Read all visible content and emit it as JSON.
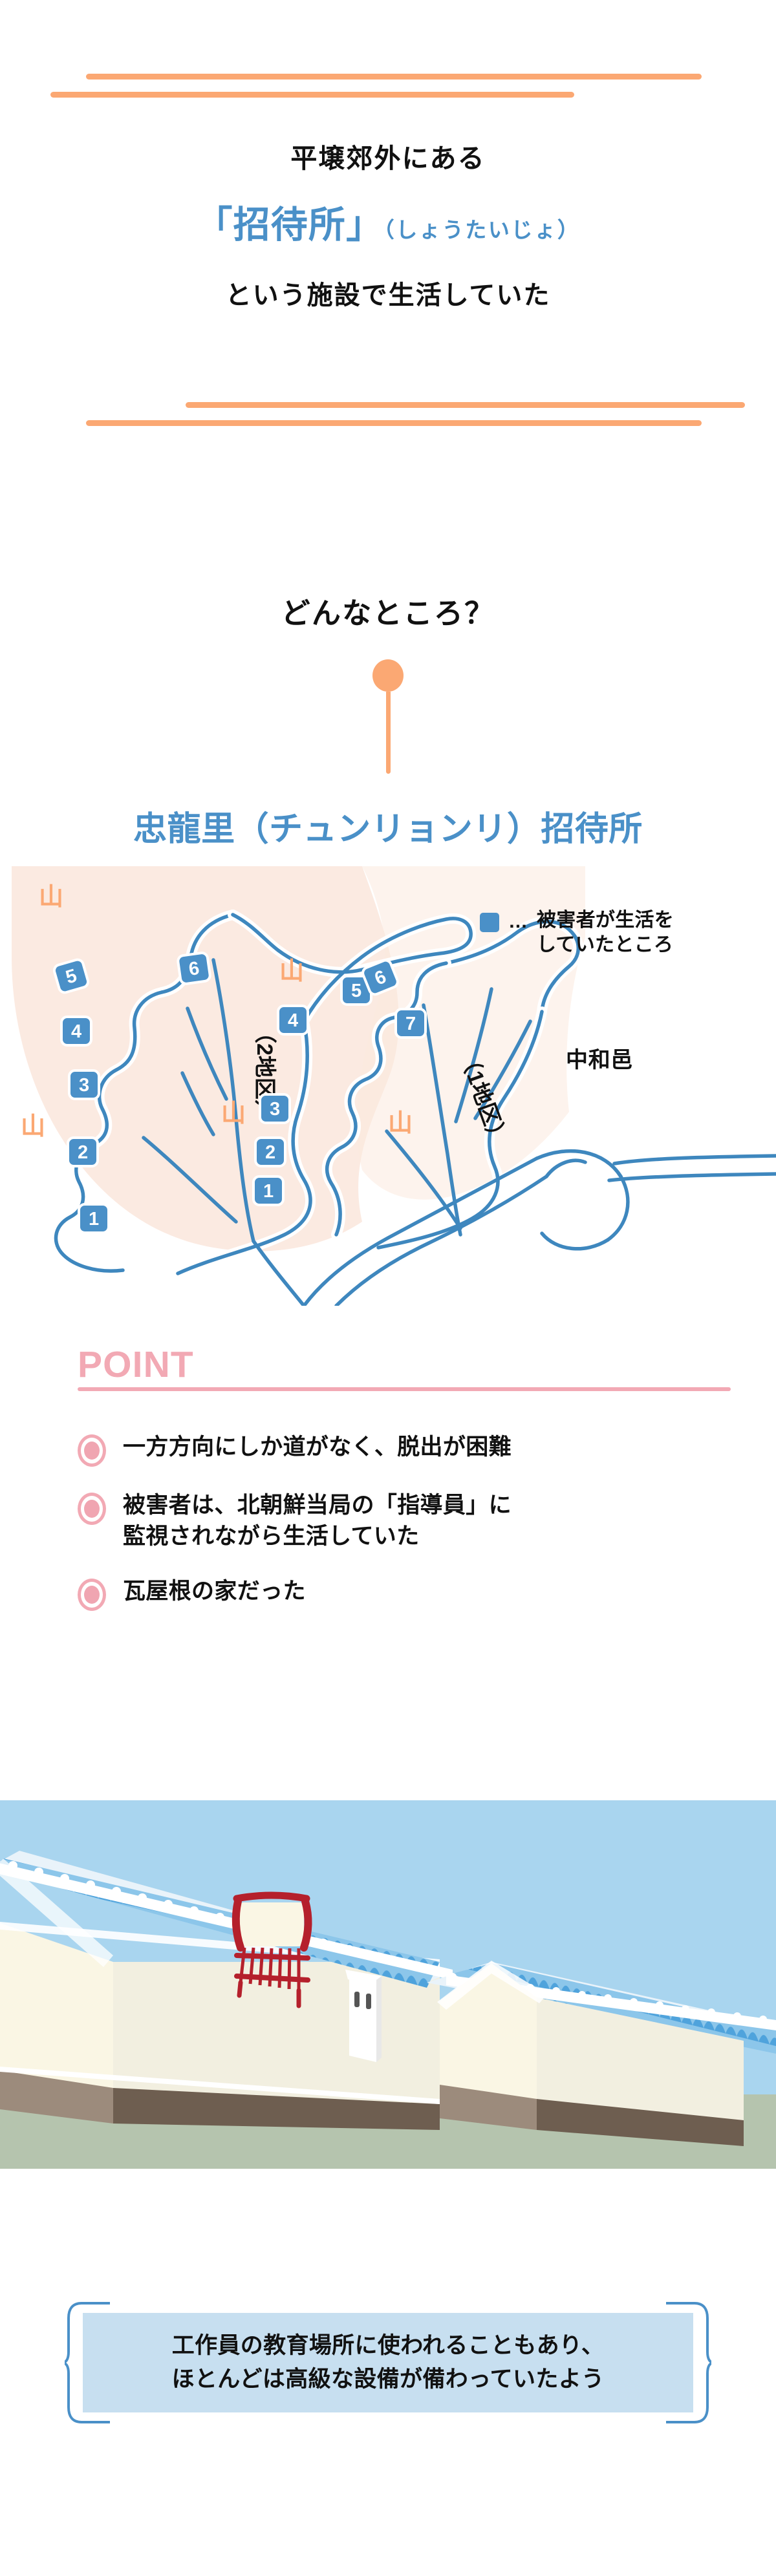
{
  "header": {
    "line1": "平壌郊外にある",
    "line2_main": "「招待所」",
    "line2_ruby": "（しょうたいじょ）",
    "line3": "という施設で生活していた"
  },
  "question": {
    "text": "どんなところ？"
  },
  "map": {
    "title": "忠龍里（チュンリョンリ）招待所",
    "legend": {
      "dots": "…",
      "line1": "被害者が生活を",
      "line2": "していたところ"
    },
    "town_label": "中和邑",
    "mountain_symbol": "山",
    "districts": [
      {
        "name": "（2地区）",
        "markers": [
          "1",
          "2",
          "3",
          "4",
          "5",
          "6"
        ]
      },
      {
        "name": "（1地区）",
        "markers": [
          "1",
          "2",
          "3",
          "4",
          "5",
          "6",
          "7"
        ]
      }
    ],
    "colors": {
      "marker_blue": "#4A90C8",
      "road_blue": "#3E87BE",
      "terrain_pink": "#FBE9DF",
      "mountain_orange": "#FBA873"
    }
  },
  "point": {
    "heading": "POINT",
    "bullets": [
      "一方方向にしか道がなく、脱出が困難",
      "被害者は、北朝鮮当局の「指導員」に\n監視されながら生活していた",
      "瓦屋根の家だった"
    ],
    "accent_color": "#F2A9B4"
  },
  "illustration": {
    "description": "瓦屋根の家",
    "colors": {
      "sky": "#A9D5EF",
      "roof_tile": "#4FA3DC",
      "roof_tile_light": "#8CC6EA",
      "wall": "#FAF6E4",
      "wall_shade": "#F2EFE0",
      "base_brown": "#6E5E50",
      "base_brown_light": "#9C8B7C",
      "ground": "#B5C4AE",
      "heater_red": "#B5202C",
      "chimney_white": "#FFFFFF"
    }
  },
  "callout": {
    "line1": "工作員の教育場所に使われることもあり、",
    "line2": "ほとんどは高級な設備が備わっていたよう",
    "fill_color": "#C7DFF0",
    "border_color": "#4A90C8"
  },
  "theme": {
    "orange": "#FBA873",
    "blue": "#4A90C8",
    "pink": "#F2A9B4"
  }
}
